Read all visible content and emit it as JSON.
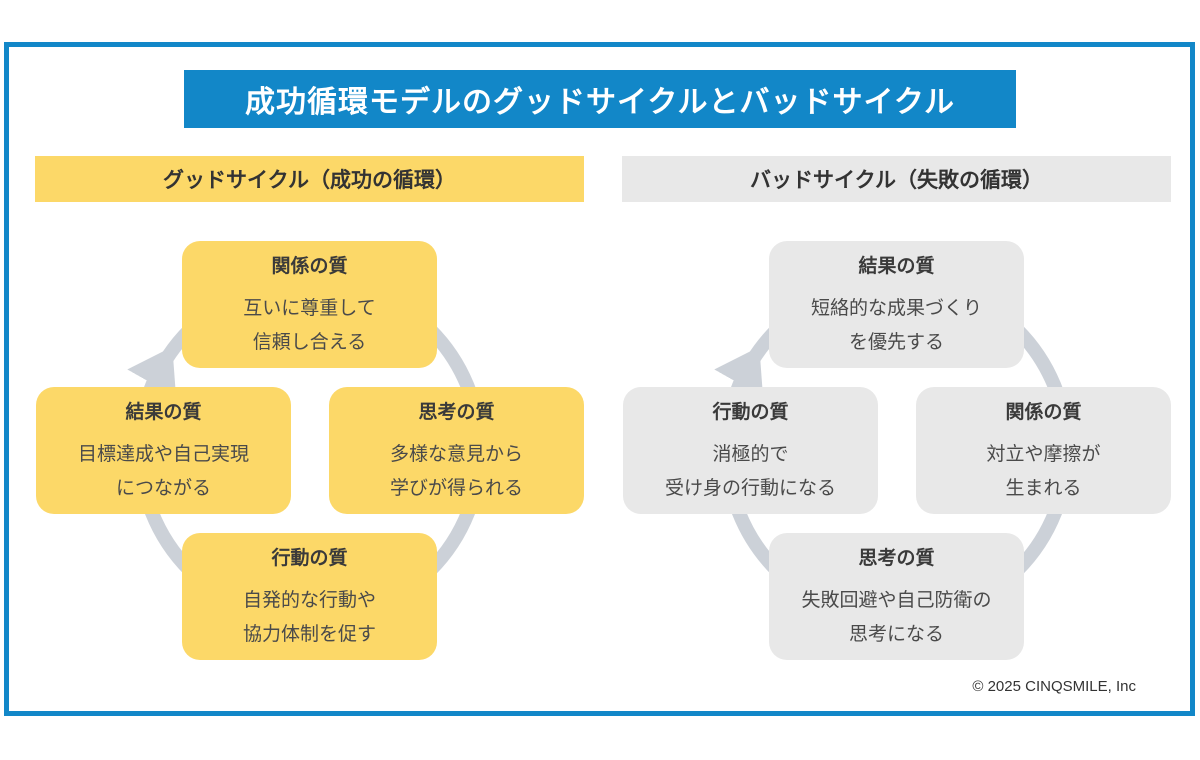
{
  "title": "成功循環モデルのグッドサイクルとバッドサイクル",
  "good_cycle": {
    "header": "グッドサイクル（成功の循環）",
    "nodes": [
      {
        "label": "関係の質",
        "line1": "互いに尊重して",
        "line2": "信頼し合える"
      },
      {
        "label": "思考の質",
        "line1": "多様な意見から",
        "line2": "学びが得られる"
      },
      {
        "label": "行動の質",
        "line1": "自発的な行動や",
        "line2": "協力体制を促す"
      },
      {
        "label": "結果の質",
        "line1": "目標達成や自己実現",
        "line2": "につながる"
      }
    ]
  },
  "bad_cycle": {
    "header": "バッドサイクル（失敗の循環）",
    "nodes": [
      {
        "label": "結果の質",
        "line1": "短絡的な成果づくり",
        "line2": "を優先する"
      },
      {
        "label": "関係の質",
        "line1": "対立や摩擦が",
        "line2": "生まれる"
      },
      {
        "label": "思考の質",
        "line1": "失敗回避や自己防衛の",
        "line2": "思考になる"
      },
      {
        "label": "行動の質",
        "line1": "消極的で",
        "line2": "受け身の行動になる"
      }
    ]
  },
  "copyright": "© 2025 CINQSMILE, Inc",
  "colors": {
    "frame": "#1287c8",
    "good": "#fcd868",
    "bad": "#e8e8e8",
    "ring": "#ccd1d8"
  }
}
